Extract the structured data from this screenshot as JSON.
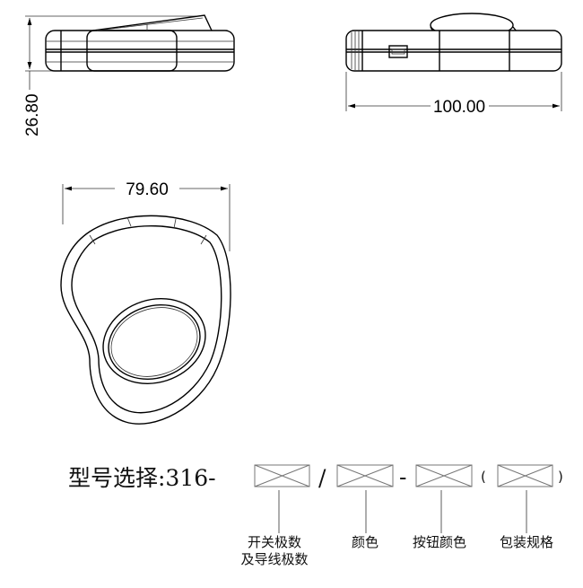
{
  "dimensions": {
    "height": "26.80",
    "length": "100.00",
    "width": "79.60"
  },
  "model_selection": {
    "prefix": "型号选择:316-",
    "separator_slash": "/",
    "separator_dash": "-",
    "paren_open": "(",
    "paren_close": ")",
    "labels": {
      "poles_line1": "开关极数",
      "poles_line2": "及导线极数",
      "color": "颜色",
      "button_color": "按钮颜色",
      "packaging": "包装规格"
    }
  }
}
